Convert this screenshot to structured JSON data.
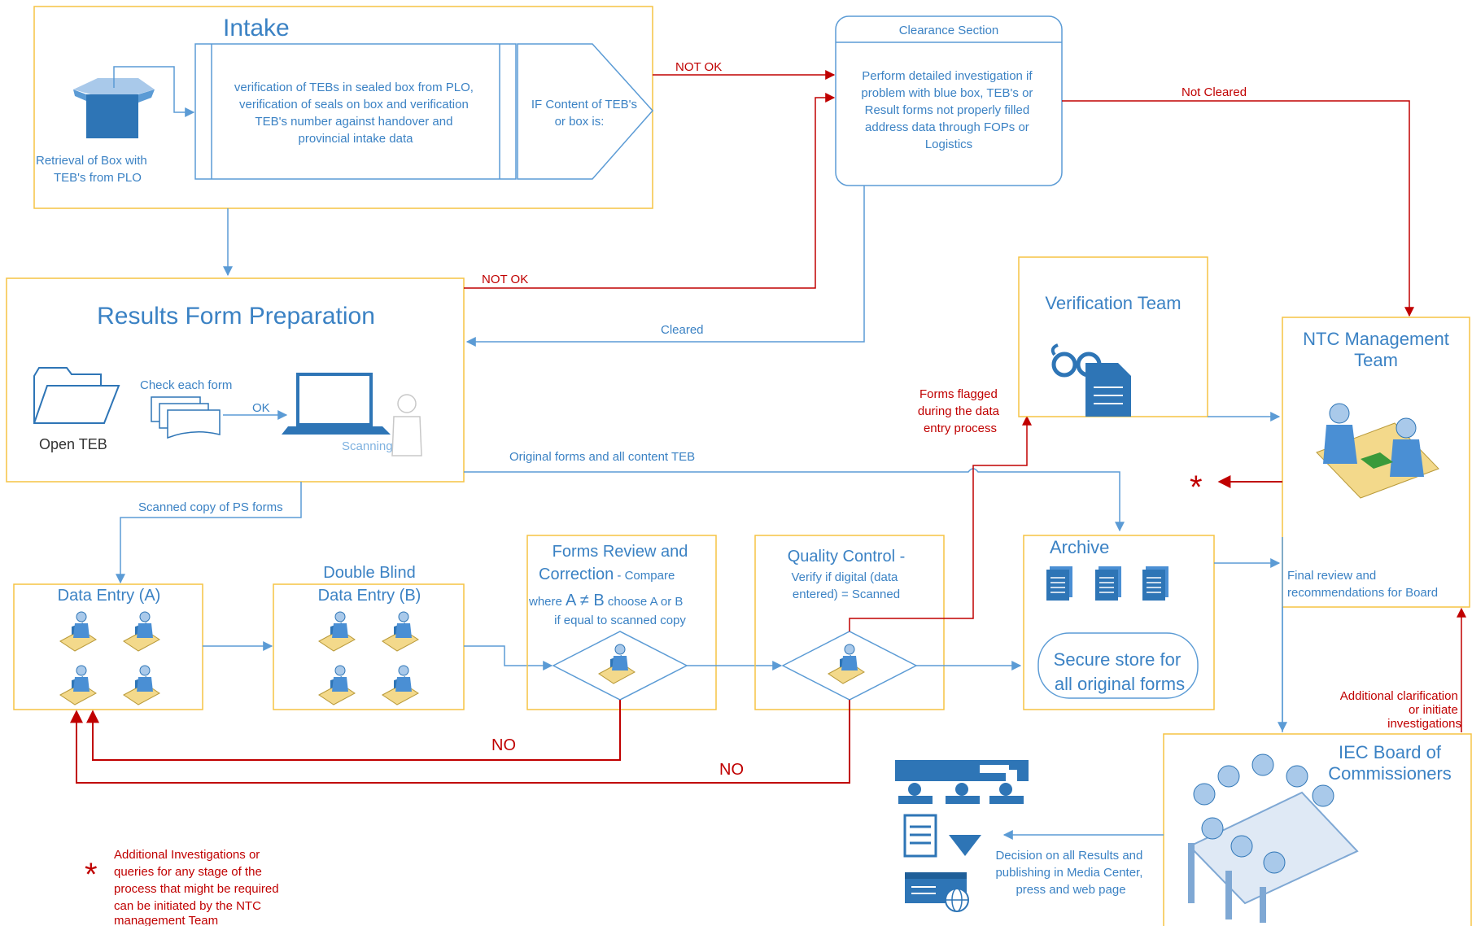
{
  "colors": {
    "blue": "#5b9bd5",
    "red": "#c00000",
    "orange": "#f5c343",
    "text_blue": "#3b82c4",
    "icon_blue": "#2e75b6"
  },
  "intake": {
    "title": "Intake",
    "box_caption_1": "Retrieval of Box with",
    "box_caption_2": "TEB's from PLO",
    "verify_1": "verification of TEBs in sealed box from PLO,",
    "verify_2": "verification of seals on box and verification",
    "verify_3": "TEB's number against handover and",
    "verify_4": "provincial intake data",
    "check_1": "IF Content of TEB's",
    "check_2": "or box is:"
  },
  "clearance": {
    "title": "Clearance Section",
    "line_1": "Perform detailed investigation if",
    "line_2": "problem with blue box, TEB's or",
    "line_3": "Result forms not properly filled",
    "line_4": "address data through FOPs or",
    "line_5": "Logistics"
  },
  "labels": {
    "not_ok_top": "NOT OK",
    "not_ok_mid": "NOT OK",
    "not_cleared": "Not Cleared",
    "cleared": "Cleared",
    "original_forms": "Original  forms and all content TEB",
    "scanned_copy": "Scanned copy of PS forms",
    "flagged_1": "Forms  flagged",
    "flagged_2": "during the data",
    "flagged_3": "entry process",
    "no_1": "NO",
    "no_2": "NO",
    "additional_1": "Additional clarification",
    "additional_2": "or initiate",
    "additional_3": "investigations",
    "decision_1": "Decision on all Results and",
    "decision_2": "publishing in Media Center,",
    "decision_3": "press and web page",
    "asterisk": "*"
  },
  "results_form": {
    "title": "Results Form Preparation",
    "open_teb": "Open TEB",
    "check_each": "Check each form",
    "ok": "OK",
    "scanning": "Scanning"
  },
  "data_entry_a": {
    "title": "Data Entry (A)"
  },
  "data_entry_b": {
    "title_1": "Double Blind",
    "title_2": "Data Entry (B)"
  },
  "forms_review": {
    "title_1": "Forms Review and",
    "title_2": "Correction",
    "title_2b": " - Compare",
    "line_3a": "where ",
    "line_3b": "A ≠ B",
    "line_3c": " choose A or B",
    "line_4": "if equal to scanned copy"
  },
  "quality_control": {
    "title": "Quality Control -",
    "line_2": "Verify if digital (data",
    "line_3": "entered) = Scanned"
  },
  "archive": {
    "title": "Archive",
    "store_1": "Secure store for",
    "store_2": "all original forms"
  },
  "verification": {
    "title": "Verification Team"
  },
  "ntc": {
    "title_1": "NTC Management",
    "title_2": "Team",
    "final_1": "Final review and",
    "final_2": "recommendations for Board"
  },
  "iec": {
    "title_1": "IEC Board of",
    "title_2": "Commissioners"
  },
  "footnote": {
    "symbol": "*",
    "line_1": "Additional    Investigations    or",
    "line_2": "queries  for  any  stage  of  the",
    "line_3": "process  that  might  be  required",
    "line_4": "can  be  initiated  by  the  NTC",
    "line_5": "management Team"
  }
}
